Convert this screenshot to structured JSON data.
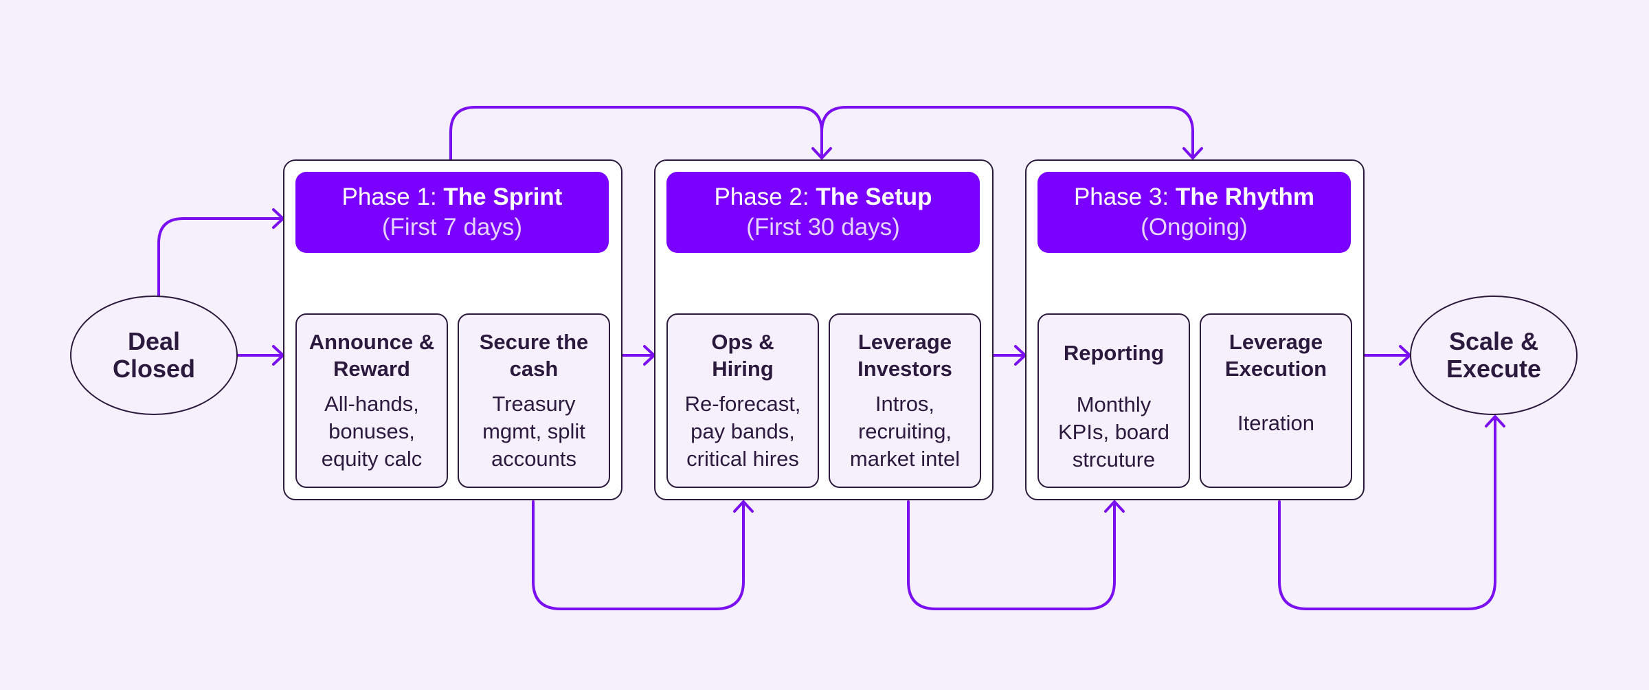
{
  "start": {
    "label": "Deal\nClosed"
  },
  "end": {
    "label": "Scale &\nExecute"
  },
  "phases": [
    {
      "prefix": "Phase 1: ",
      "name": "The Sprint",
      "subtitle": "(First 7 days)",
      "items": [
        {
          "title": "Announce &\nReward",
          "desc": "All-hands,\nbonuses,\nequity calc"
        },
        {
          "title": "Secure the\ncash",
          "desc": "Treasury\nmgmt, split\naccounts"
        }
      ]
    },
    {
      "prefix": "Phase 2: ",
      "name": "The Setup",
      "subtitle": "(First 30 days)",
      "items": [
        {
          "title": "Ops &\nHiring",
          "desc": "Re-forecast,\npay bands,\ncritical hires"
        },
        {
          "title": "Leverage\nInvestors",
          "desc": "Intros,\nrecruiting,\nmarket intel"
        }
      ]
    },
    {
      "prefix": "Phase 3: ",
      "name": "The Rhythm",
      "subtitle": "(Ongoing)",
      "items": [
        {
          "title": "Reporting",
          "desc": "Monthly\nKPIs, board\nstrcuture"
        },
        {
          "title": "Leverage\nExecution",
          "desc": "Iteration"
        }
      ]
    }
  ],
  "colors": {
    "accent": "#7a00ff",
    "connector": "#7a0ff0",
    "outline": "#2b1a3d",
    "background": "#f6f0fd",
    "panel": "#ffffff"
  }
}
